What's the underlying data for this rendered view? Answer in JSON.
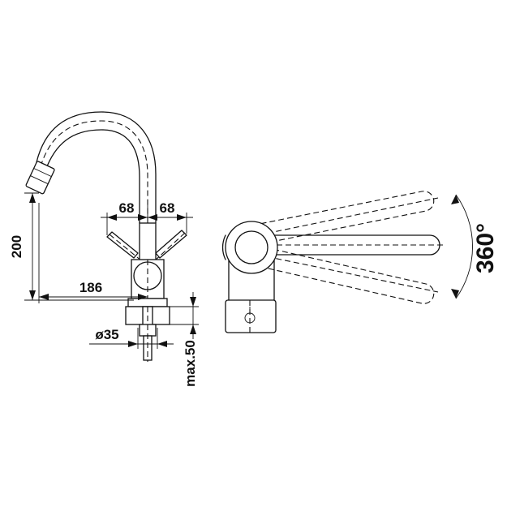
{
  "dimensions": {
    "height_total": "200",
    "reach": "186",
    "lever_left": "68",
    "lever_right": "68",
    "hole_diameter": "ø35",
    "counter_thickness": "max.50",
    "rotation": "360°"
  }
}
